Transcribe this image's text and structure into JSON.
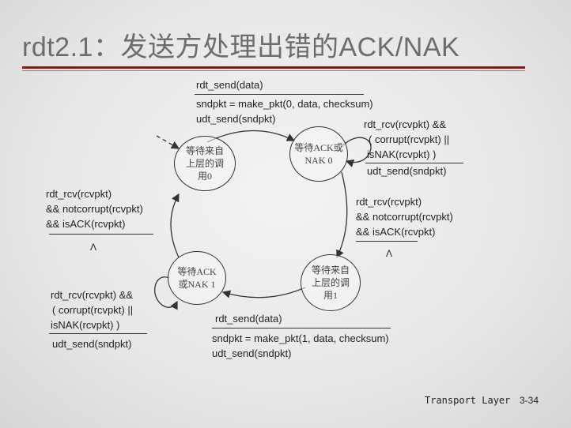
{
  "title": "rdt2.1：发送方处理出错的ACK/NAK",
  "states": {
    "s0": "等待来自\n上层的调\n用0",
    "s1": "等待ACK或\nNAK 0",
    "s2": "等待来自\n上层的调\n用1",
    "s3": "等待ACK\n或NAK 1"
  },
  "transitions": {
    "top": {
      "event": "rdt_send(data)",
      "action1": "sndpkt = make_pkt(0, data, checksum)",
      "action2": "udt_send(sndpkt)"
    },
    "self_right": {
      "event1": "rdt_rcv(rcvpkt) &&",
      "event2": "( corrupt(rcvpkt) ||",
      "event3": "isNAK(rcvpkt) )",
      "action": "udt_send(sndpkt)"
    },
    "right": {
      "event1": "rdt_rcv(rcvpkt)",
      "event2": "&& notcorrupt(rcvpkt)",
      "event3": "&& isACK(rcvpkt)",
      "action": "Λ"
    },
    "bottom": {
      "event": "rdt_send(data)",
      "action1": "sndpkt = make_pkt(1, data, checksum)",
      "action2": "udt_send(sndpkt)"
    },
    "self_left": {
      "event1": "rdt_rcv(rcvpkt) &&",
      "event2": "( corrupt(rcvpkt) ||",
      "event3": "isNAK(rcvpkt) )",
      "action": "udt_send(sndpkt)"
    },
    "left": {
      "event1": "rdt_rcv(rcvpkt)",
      "event2": "&& notcorrupt(rcvpkt)",
      "event3": "&& isACK(rcvpkt)",
      "action": "Λ"
    }
  },
  "footer": {
    "text": "Transport Layer",
    "page": "3-34"
  }
}
